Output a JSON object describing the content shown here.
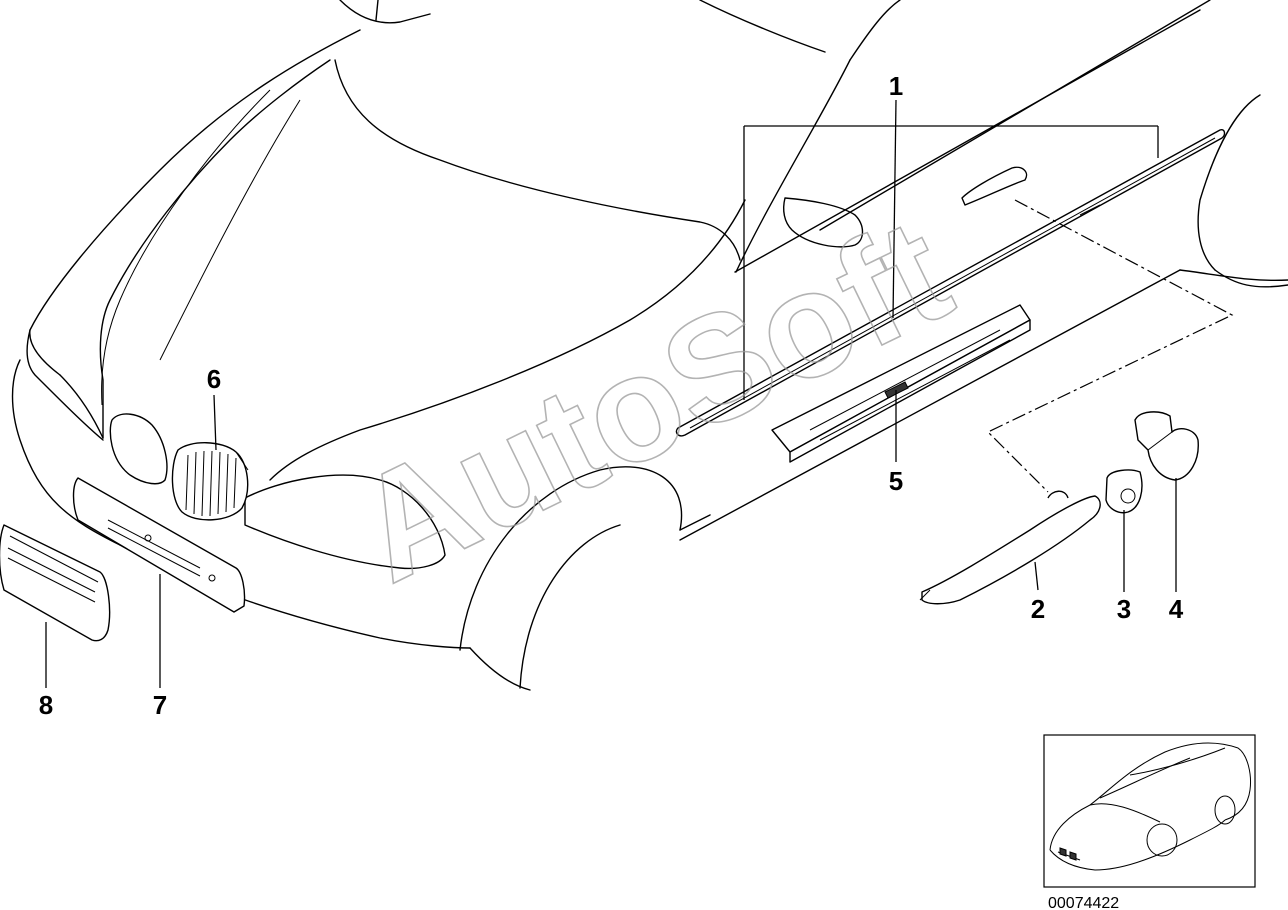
{
  "diagram": {
    "callouts": [
      {
        "id": "1",
        "label": "1"
      },
      {
        "id": "2",
        "label": "2"
      },
      {
        "id": "3",
        "label": "3"
      },
      {
        "id": "4",
        "label": "4"
      },
      {
        "id": "5",
        "label": "5"
      },
      {
        "id": "6",
        "label": "6"
      },
      {
        "id": "7",
        "label": "7"
      },
      {
        "id": "8",
        "label": "8"
      }
    ],
    "reference_code": "00074422",
    "watermark": "AutoSoft"
  }
}
